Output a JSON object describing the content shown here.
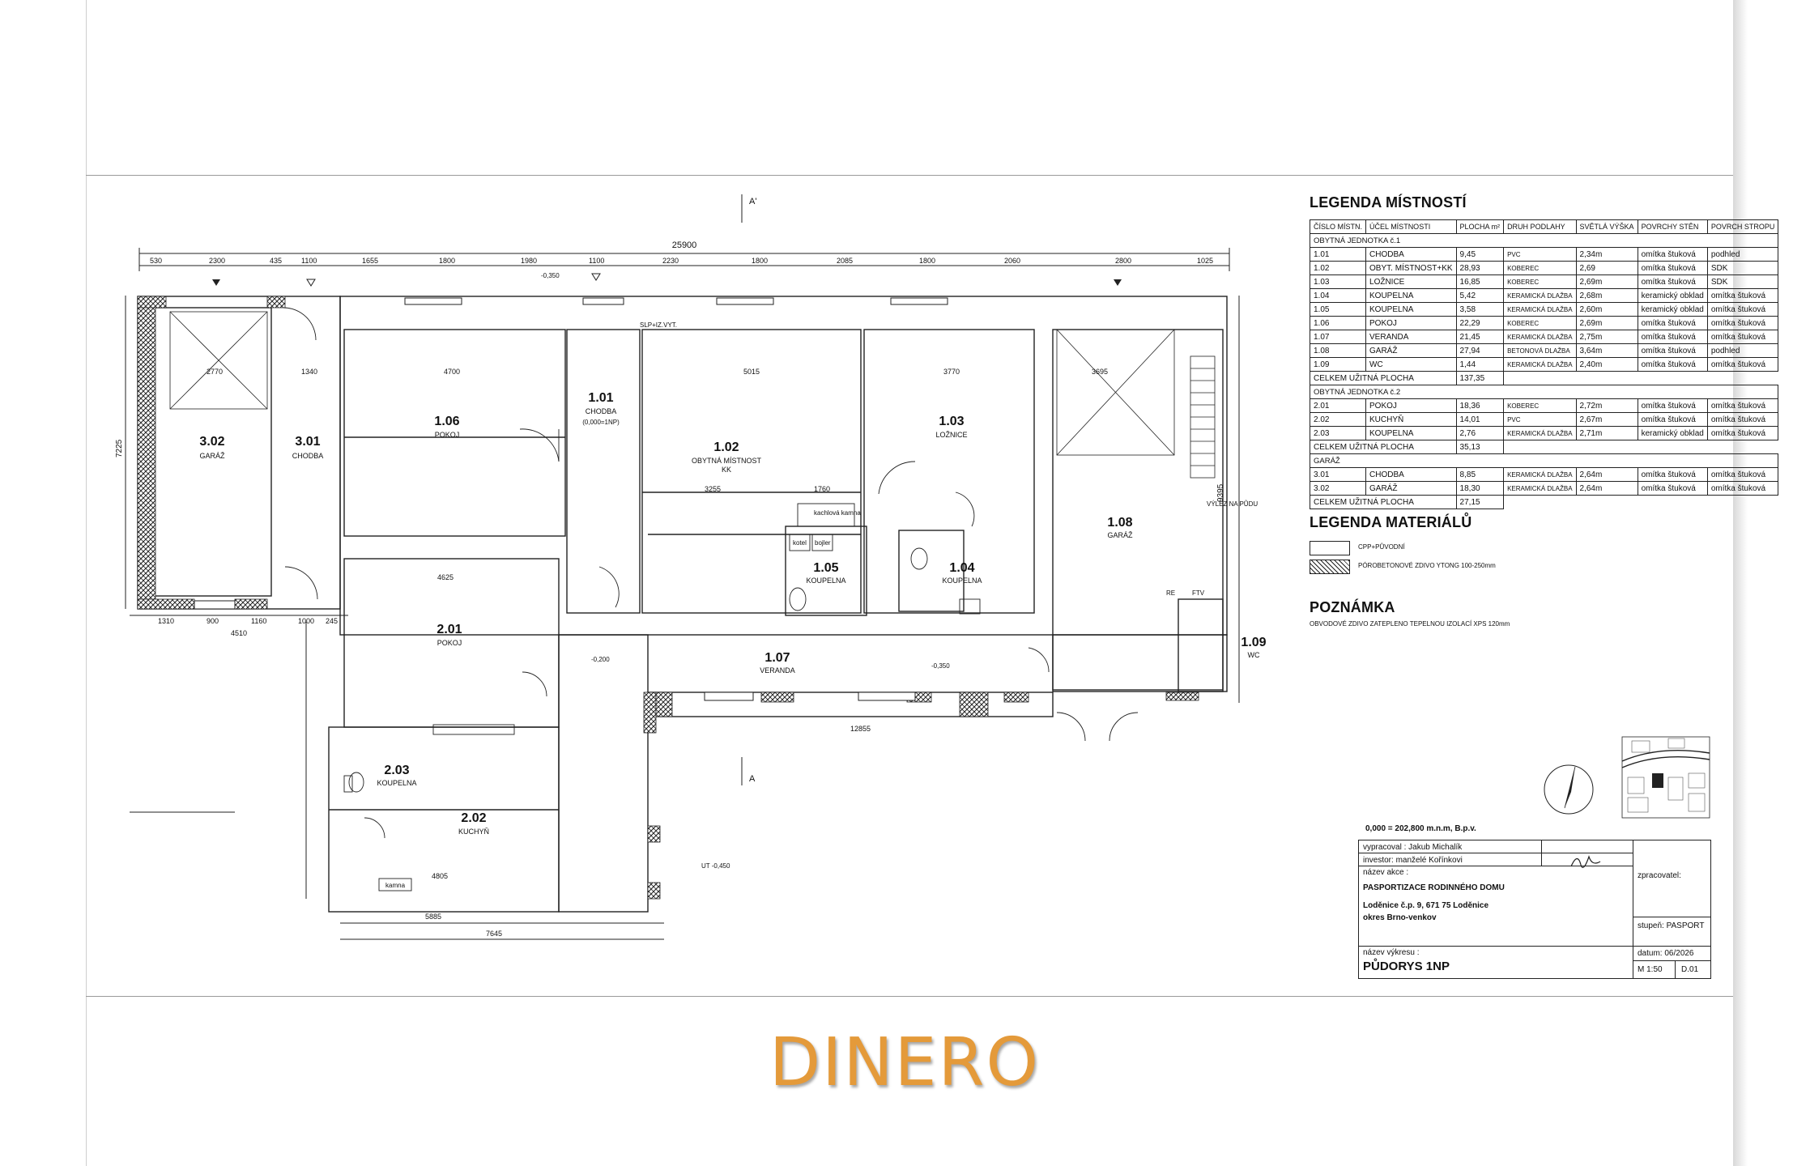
{
  "watermark": "DINERO",
  "legend_rooms": {
    "title": "LEGENDA MÍSTNOSTÍ",
    "headers": [
      "ČÍSLO MÍSTN.",
      "ÚČEL MÍSTNOSTI",
      "PLOCHA m²",
      "DRUH PODLAHY",
      "SVĚTLÁ VÝŠKA",
      "POVRCHY STĚN",
      "POVRCH STROPU"
    ],
    "groups": [
      {
        "label": "OBYTNÁ JEDNOTKA č.1",
        "rows": [
          [
            "1.01",
            "CHODBA",
            "9,45",
            "PVC",
            "2,34m",
            "omítka štuková",
            "podhled"
          ],
          [
            "1.02",
            "OBYT. MÍSTNOST+KK",
            "28,93",
            "KOBEREC",
            "2,69",
            "omítka štuková",
            "SDK"
          ],
          [
            "1.03",
            "LOŽNICE",
            "16,85",
            "KOBEREC",
            "2,69m",
            "omítka štuková",
            "SDK"
          ],
          [
            "1.04",
            "KOUPELNA",
            "5,42",
            "KERAMICKÁ DLAŽBA",
            "2,68m",
            "keramický obklad",
            "omítka štuková"
          ],
          [
            "1.05",
            "KOUPELNA",
            "3,58",
            "KERAMICKÁ DLAŽBA",
            "2,60m",
            "keramický obklad",
            "omítka štuková"
          ],
          [
            "1.06",
            "POKOJ",
            "22,29",
            "KOBEREC",
            "2,69m",
            "omítka štuková",
            "omítka štuková"
          ],
          [
            "1.07",
            "VERANDA",
            "21,45",
            "KERAMICKÁ DLAŽBA",
            "2,75m",
            "omítka štuková",
            "omítka štuková"
          ],
          [
            "1.08",
            "GARÁŽ",
            "27,94",
            "BETONOVÁ DLAŽBA",
            "3,64m",
            "omítka štuková",
            "podhled"
          ],
          [
            "1.09",
            "WC",
            "1,44",
            "KERAMICKÁ DLAŽBA",
            "2,40m",
            "omítka štuková",
            "omítka štuková"
          ]
        ],
        "total_label": "CELKEM UŽITNÁ PLOCHA",
        "total": "137,35"
      },
      {
        "label": "OBYTNÁ JEDNOTKA č.2",
        "rows": [
          [
            "2.01",
            "POKOJ",
            "18,36",
            "KOBEREC",
            "2,72m",
            "omítka štuková",
            "omítka štuková"
          ],
          [
            "2.02",
            "KUCHYŇ",
            "14,01",
            "PVC",
            "2,67m",
            "omítka štuková",
            "omítka štuková"
          ],
          [
            "2.03",
            "KOUPELNA",
            "2,76",
            "KERAMICKÁ DLAŽBA",
            "2,71m",
            "keramický obklad",
            "omítka štuková"
          ]
        ],
        "total_label": "CELKEM UŽITNÁ PLOCHA",
        "total": "35,13"
      },
      {
        "label": "GARÁŽ",
        "rows": [
          [
            "3.01",
            "CHODBA",
            "8,85",
            "KERAMICKÁ DLAŽBA",
            "2,64m",
            "omítka štuková",
            "omítka štuková"
          ],
          [
            "3.02",
            "GARÁŽ",
            "18,30",
            "KERAMICKÁ DLAŽBA",
            "2,64m",
            "omítka štuková",
            "omítka štuková"
          ]
        ],
        "total_label": "CELKEM UŽITNÁ PLOCHA",
        "total": "27,15"
      }
    ]
  },
  "legend_materials": {
    "title": "LEGENDA MATERIÁLŮ",
    "items": [
      {
        "label": "CPP+PŮVODNÍ"
      },
      {
        "label": "PÓROBETONOVÉ ZDIVO YTONG 100-250mm"
      }
    ]
  },
  "note": {
    "title": "POZNÁMKA",
    "text": "OBVODOVÉ ZDIVO ZATEPLENO TEPELNOU IZOLACÍ XPS 120mm"
  },
  "elevation_note": "0,000 = 202,800 m.n.m, B.p.v.",
  "title_block": {
    "prepared_by": "vypracoval : Jakub Michalík",
    "investor": "investor: manželé Kořínkovi",
    "processor": "zpracovatel:",
    "project_label": "název akce :",
    "project_name": "PASPORTIZACE RODINNÉHO DOMU",
    "address_1": "Loděnice č.p. 9, 671 75 Loděnice",
    "address_2": "okres Brno-venkov",
    "stage": "stupeň: PASPORT",
    "drawing_label": "název výkresu :",
    "date": "datum: 06/2026",
    "drawing_name": "PŮDORYS 1NP",
    "scale": "M 1:50",
    "sheet_no": "D.01"
  },
  "plan": {
    "overall_dim": "25900",
    "top_dims": [
      "530",
      "2300",
      "435",
      "1100",
      "1655",
      "1800",
      "1980",
      "1100",
      "2230",
      "1800",
      "2085",
      "1800",
      "2060",
      "2800",
      "1025"
    ],
    "bottom_dims": [
      "1310",
      "900",
      "1160",
      "1000",
      "245"
    ],
    "bottom_sub": "4510",
    "right_dim": "9395",
    "left_dim": "7225",
    "section_mark": "A'",
    "section_mark_b": "A",
    "rooms": [
      {
        "num": "3.02",
        "name": "GARÁŽ"
      },
      {
        "num": "3.01",
        "name": "CHODBA"
      },
      {
        "num": "1.06",
        "name": "POKOJ"
      },
      {
        "num": "1.01",
        "name": "CHODBA"
      },
      {
        "num": "1.02",
        "name": "OBYTNÁ MÍSTNOST"
      },
      {
        "num": "1.03",
        "name": "LOŽNICE"
      },
      {
        "num": "1.08",
        "name": "GARÁŽ"
      },
      {
        "num": "1.05",
        "name": "KOUPELNA"
      },
      {
        "num": "1.04",
        "name": "KOUPELNA"
      },
      {
        "num": "2.01",
        "name": "POKOJ"
      },
      {
        "num": "1.07",
        "name": "VERANDA"
      },
      {
        "num": "1.09",
        "name": "WC"
      },
      {
        "num": "2.03",
        "name": "KOUPELNA"
      },
      {
        "num": "2.02",
        "name": "KUCHYŇ"
      }
    ],
    "sub_labels": {
      "kk": "KK",
      "chodba_level": "(0,000=1NP)",
      "kachlova": "kachlová kamna",
      "kamna": "kamna",
      "vylez": "VÝLEZ NA PŮDU",
      "slp": "SLP+IZ.VYT.",
      "re": "RE",
      "ftv": "FTV",
      "lev_350": "-0,350",
      "lev_200": "-0,200",
      "lev_450": "UT -0,450",
      "kotel": "kotel",
      "bojler": "bojler",
      "width_7645": "7645",
      "dim_5885": "5885",
      "dim_4625": "4625",
      "dim_4700": "4700",
      "dim_5015": "5015",
      "dim_3770": "3770",
      "dim_3695": "3695",
      "dim_2770": "2770",
      "dim_1340": "1340",
      "dim_3255": "3255",
      "dim_1760": "1760",
      "dim_12855": "12855",
      "dim_4805": "4805"
    }
  }
}
